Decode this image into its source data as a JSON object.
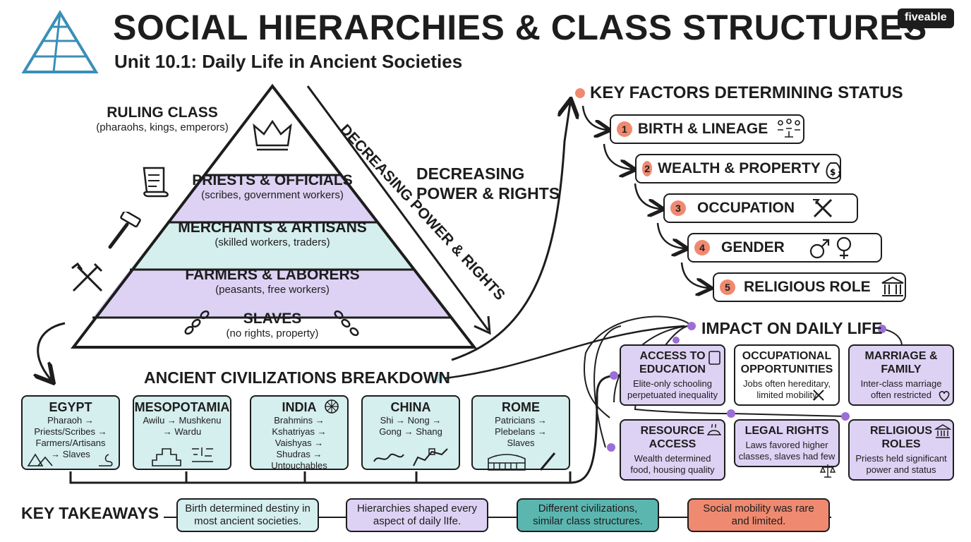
{
  "header": {
    "title": "SOCIAL HIERARCHIES & CLASS STRUCTURES",
    "subtitle": "Unit 10.1: Daily Life in Ancient Societies",
    "brand": "fiveable"
  },
  "pyramid": {
    "ruling": {
      "title": "RULING CLASS",
      "sub": "(pharaohs, kings, emperors)"
    },
    "tiers": [
      {
        "title": "PRIESTS & OFFICIALS",
        "sub": "(scribes, government workers)"
      },
      {
        "title": "MERCHANTS & ARTISANS",
        "sub": "(skilled workers, traders)"
      },
      {
        "title": "FARMERS & LABORERS",
        "sub": "(peasants, free workers)"
      },
      {
        "title": "SLAVES",
        "sub": "(no rights, property)"
      }
    ],
    "diagonal_label": "DECREASING POWER & RIGHTS",
    "side_label_line1": "DECREASING",
    "side_label_line2": "POWER & RIGHTS"
  },
  "key_factors": {
    "heading": "KEY FACTORS DETERMINING STATUS",
    "items": [
      {
        "num": "1",
        "label": "BIRTH & LINEAGE"
      },
      {
        "num": "2",
        "label": "WEALTH & PROPERTY"
      },
      {
        "num": "3",
        "label": "OCCUPATION"
      },
      {
        "num": "4",
        "label": "GENDER"
      },
      {
        "num": "5",
        "label": "RELIGIOUS ROLE"
      }
    ]
  },
  "impact": {
    "heading": "IMPACT ON DAILY LIFE",
    "boxes": [
      {
        "title": "ACCESS TO EDUCATION",
        "desc": "Elite-only schooling perpetuated inequality"
      },
      {
        "title": "OCCUPATIONAL OPPORTUNITIES",
        "desc": "Jobs often hereditary, limited mobility"
      },
      {
        "title": "MARRIAGE & FAMILY",
        "desc": "Inter-class marriage often restricted"
      },
      {
        "title": "RESOURCE ACCESS",
        "desc": "Wealth determined food, housing quality"
      },
      {
        "title": "LEGAL RIGHTS",
        "desc": "Laws favored higher classes, slaves had few"
      },
      {
        "title": "RELIGIOUS ROLES",
        "desc": "Priests held significant power and status"
      }
    ]
  },
  "civilizations": {
    "heading": "ANCIENT CIVILIZATIONS BREAKDOWN",
    "items": [
      {
        "name": "EGYPT",
        "lines": [
          "Pharaoh →",
          "Priests/Scribes →",
          "Farmers/Artisans",
          "→ Slaves"
        ]
      },
      {
        "name": "MESOPOTAMIA",
        "lines": [
          "Awilu → Mushkenu",
          "→ Wardu"
        ]
      },
      {
        "name": "INDIA",
        "lines": [
          "Brahmins →",
          "Kshatriyas →",
          "Vaishyas →",
          "Shudras →",
          "Untouchables"
        ]
      },
      {
        "name": "CHINA",
        "lines": [
          "Shi → Nong →",
          "Gong → Shang"
        ]
      },
      {
        "name": "ROME",
        "lines": [
          "Patricians →",
          "Plebelans →",
          "Slaves"
        ]
      }
    ]
  },
  "takeaways": {
    "heading": "KEY TAKEAWAYS",
    "items": [
      {
        "text": "Birth determined destiny in most ancient societies.",
        "color": "#d5eeee"
      },
      {
        "text": "Hierarchies shaped every aspect of daily lIfe.",
        "color": "#ddd2f4"
      },
      {
        "text": "Different civilizations, similar class structures.",
        "color": "#5bb6b0"
      },
      {
        "text": "Social mobility was rare and limited.",
        "color": "#ef8a70"
      }
    ]
  },
  "colors": {
    "teal": "#d5eeee",
    "purple": "#ddd2f4",
    "coral": "#ef8a70",
    "dot_purple": "#9b6fd6"
  }
}
